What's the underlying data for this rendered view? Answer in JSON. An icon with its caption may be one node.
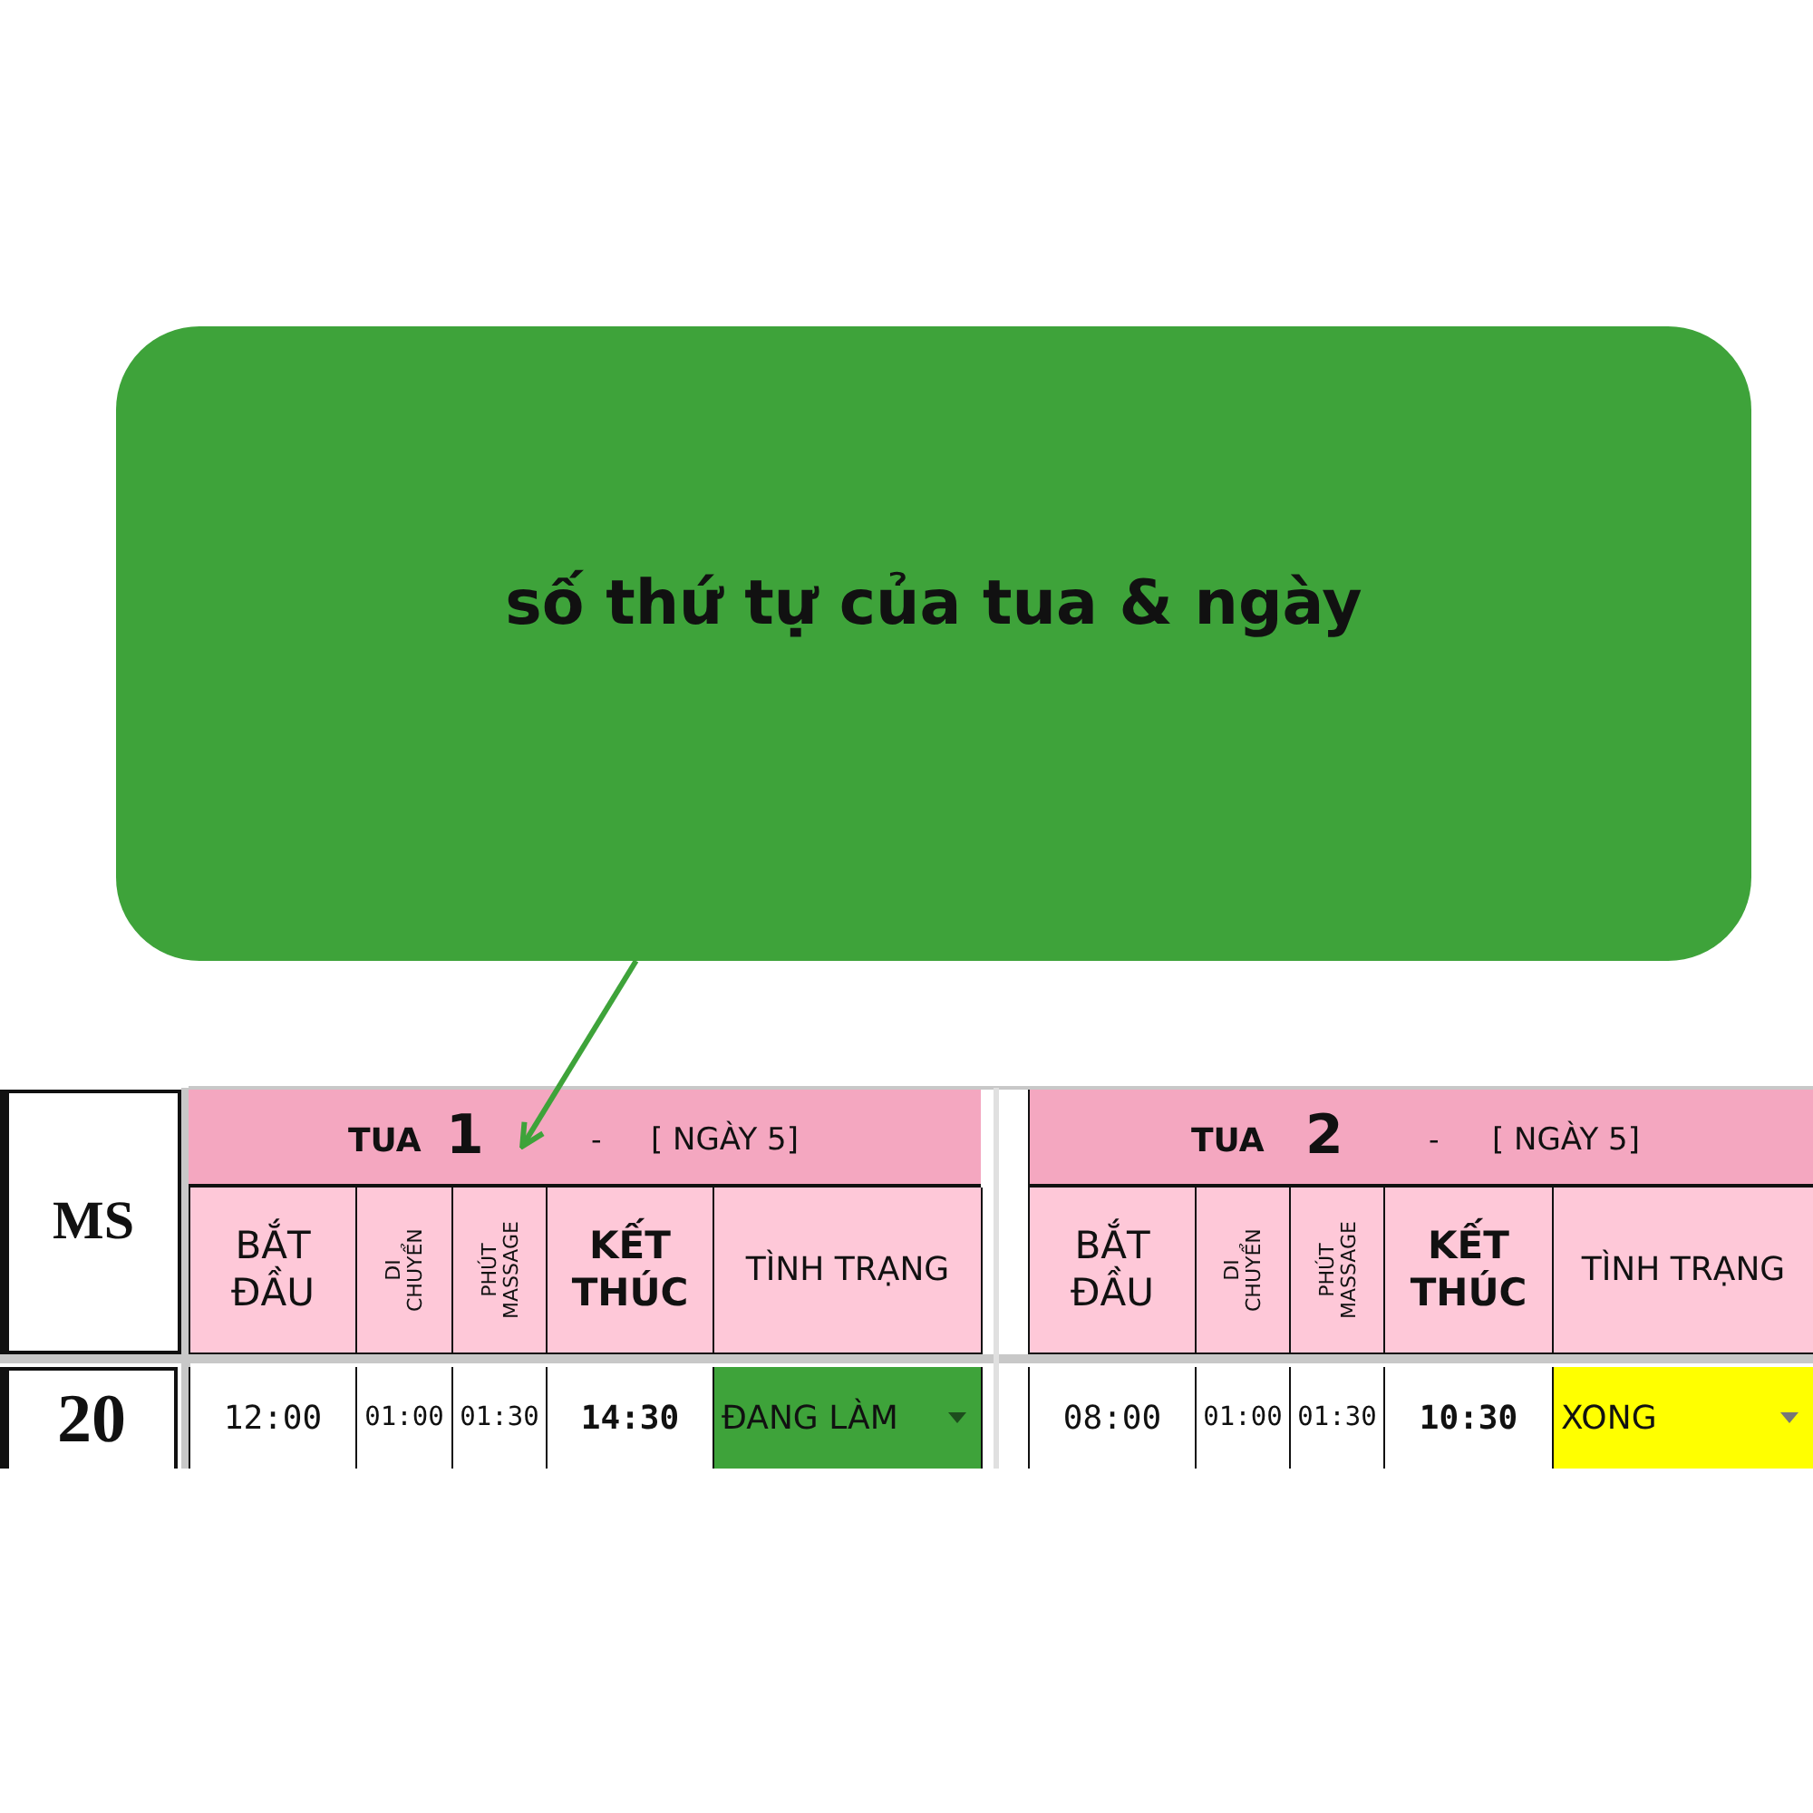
{
  "diagram": {
    "nodes": [
      {
        "text": [
          "số thứ tự của tua & ngày"
        ]
      },
      {
        "text": [
          "TUA",
          "-",
          "[ NGÀY 5]"
        ]
      },
      {
        "text": [
          "1"
        ],
        "in": 1
      }
    ],
    "edges": [
      {
        "from": 0,
        "to": 2,
        "arrow": "to",
        "color": "#3ea33a"
      }
    ],
    "labels": [
      "MS",
      "TUA",
      "2",
      "-",
      "[ NGÀY 5]",
      "BẮT ĐẦU",
      "DI CHUYỂN",
      "PHÚT MASSAGE",
      "KẾT THÚC",
      "TÌNH TRẠNG",
      "BẮT ĐẦU",
      "DI CHUYỂN",
      "PHÚT MASSAGE",
      "KẾT THÚC",
      "TÌNH TRẠNG",
      "20",
      "12:00",
      "01:00",
      "01:30",
      "14:30",
      "ĐANG LÀM",
      "08:00",
      "01:00",
      "01:30",
      "10:30",
      "XONG"
    ]
  }
}
